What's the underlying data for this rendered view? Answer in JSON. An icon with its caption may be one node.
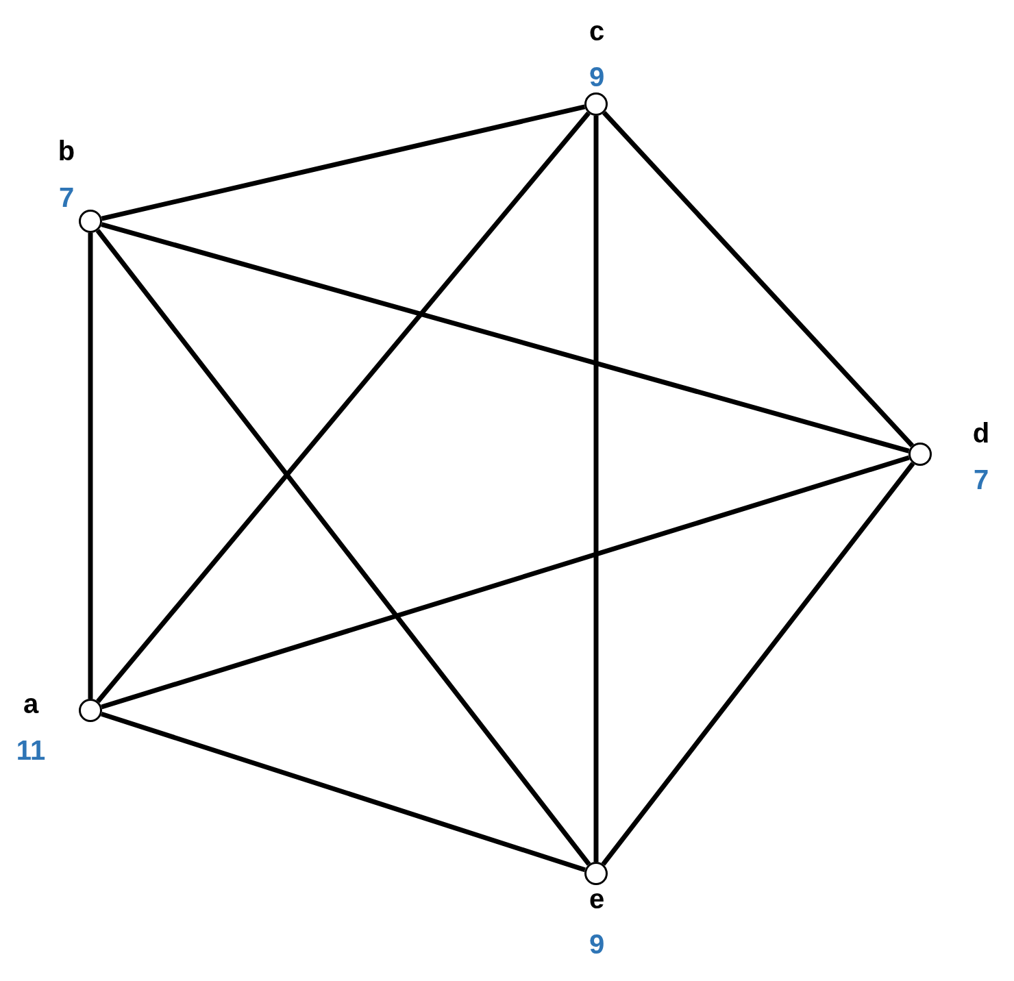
{
  "diagram": {
    "nodes": [
      {
        "text": [],
        "shape": "circle",
        "beside": [
          "c",
          "9"
        ]
      },
      {
        "text": [],
        "shape": "circle",
        "beside": [
          "b",
          "7"
        ]
      },
      {
        "text": [],
        "shape": "circle",
        "beside": [
          "d",
          "7"
        ]
      },
      {
        "text": [],
        "shape": "circle",
        "beside": [
          "a",
          "11"
        ]
      },
      {
        "text": [],
        "shape": "circle",
        "beside": [
          "e",
          "9"
        ]
      }
    ],
    "edges": [
      {
        "from": 1,
        "to": 0,
        "arrow": "none"
      },
      {
        "from": 0,
        "to": 3,
        "arrow": "none"
      },
      {
        "from": 0,
        "to": 4,
        "arrow": "none"
      },
      {
        "from": 0,
        "to": 2,
        "arrow": "none"
      },
      {
        "from": 1,
        "to": 2,
        "arrow": "none"
      },
      {
        "from": 1,
        "to": 3,
        "arrow": "none"
      },
      {
        "from": 1,
        "to": 4,
        "arrow": "none"
      },
      {
        "from": 3,
        "to": 2,
        "arrow": "none"
      },
      {
        "from": 3,
        "to": 4,
        "arrow": "none"
      },
      {
        "from": 2,
        "to": 4,
        "arrow": "none"
      }
    ]
  }
}
